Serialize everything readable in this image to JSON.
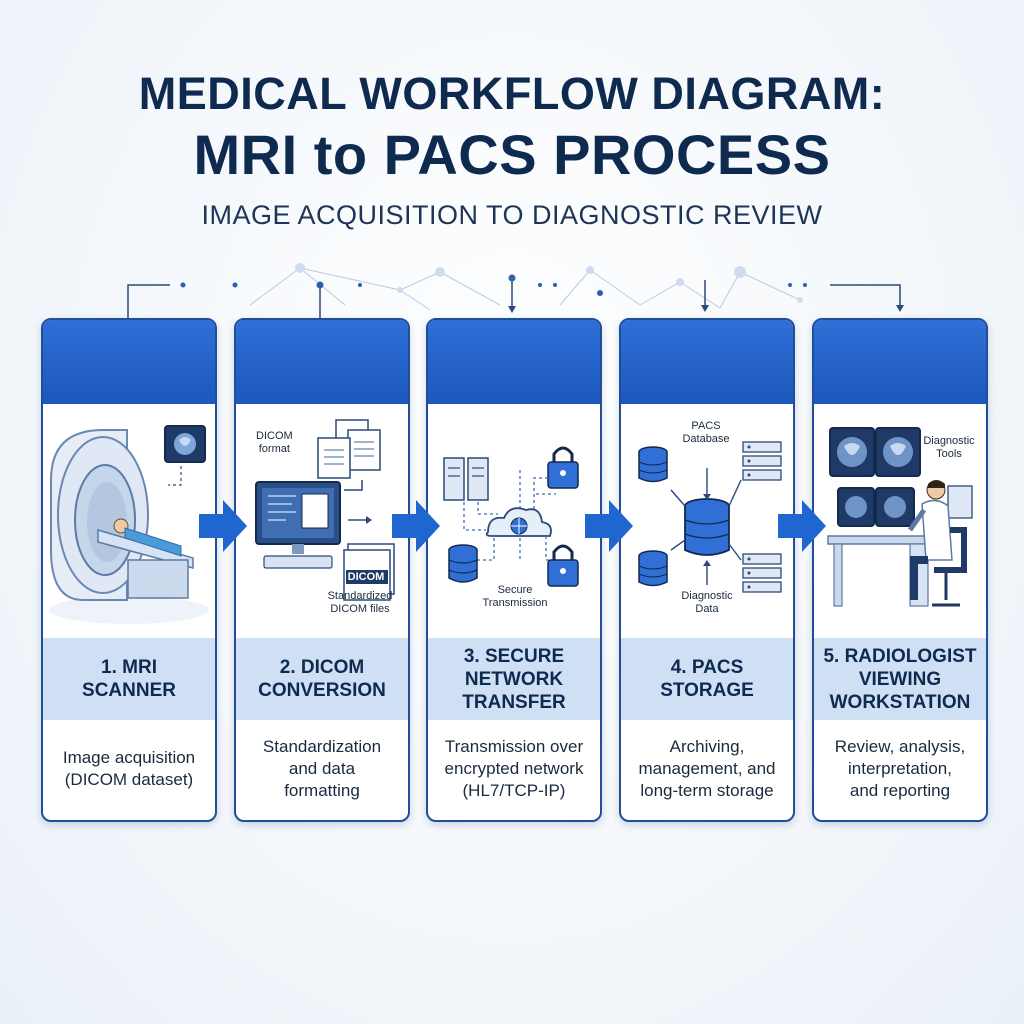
{
  "header": {
    "title_line1": "MEDICAL WORKFLOW DIAGRAM:",
    "title_line2": "MRI to PACS PROCESS",
    "subtitle": "IMAGE ACQUISITION TO DIAGNOSTIC REVIEW"
  },
  "colors": {
    "accent": "#1c58bd",
    "header_band": "#2f6fd6",
    "label_band": "#cfe0f5",
    "title_text": "#0f2a4f",
    "arrow": "#1f66d1"
  },
  "steps": [
    {
      "name": "1. MRI\nSCANNER",
      "description": "Image acquisition\n(DICOM dataset)",
      "icon": "mri-scanner-icon"
    },
    {
      "name": "2. DICOM\nCONVERSION",
      "description": "Standardization\nand data\nformatting",
      "icon": "dicom-conversion-icon",
      "labels": {
        "format": "DICOM\nformat",
        "file": "DICOM",
        "files": "Standardized\nDICOM files"
      }
    },
    {
      "name": "3. SECURE\nNETWORK\nTRANSFER",
      "description": "Transmission over\nencrypted network\n(HL7/TCP-IP)",
      "icon": "secure-network-icon",
      "labels": {
        "transmission": "Secure\nTransmission"
      }
    },
    {
      "name": "4. PACS\nSTORAGE",
      "description": "Archiving,\nmanagement, and\nlong-term storage",
      "icon": "pacs-storage-icon",
      "labels": {
        "database": "PACS\nDatabase",
        "data": "Diagnostic\nData"
      }
    },
    {
      "name": "5. RADIOLOGIST\nVIEWING\nWORKSTATION",
      "description": "Review, analysis,\ninterpretation,\nand reporting",
      "icon": "radiologist-workstation-icon",
      "labels": {
        "tools": "Diagnostic\nTools"
      }
    }
  ]
}
